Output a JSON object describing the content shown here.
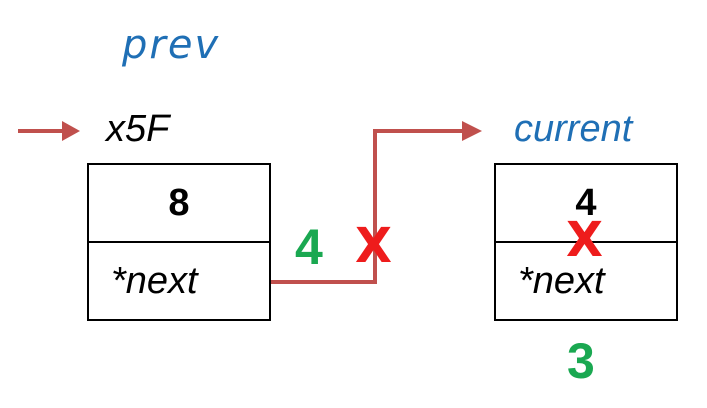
{
  "labels": {
    "prev": "prev",
    "address": "x5F",
    "current": "current"
  },
  "nodes": [
    {
      "value": "8",
      "next_label": "*next"
    },
    {
      "value": "4",
      "next_label": "*next"
    }
  ],
  "annotations": {
    "step_four": "4",
    "step_three": "3",
    "cross_link": "X",
    "cross_value": "X"
  },
  "colors": {
    "arrow": "#c0504d",
    "label_blue": "#1f6fb5",
    "step_green": "#1aa851",
    "cross_red": "#ee1c1c"
  }
}
